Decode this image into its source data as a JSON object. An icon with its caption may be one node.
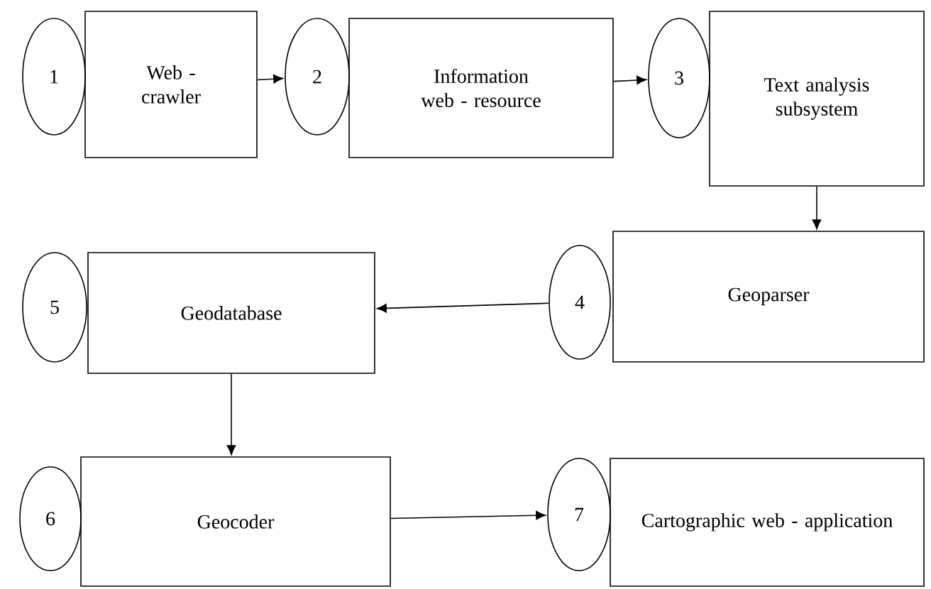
{
  "diagram": {
    "nodes": [
      {
        "text": [
          "1"
        ]
      },
      {
        "text": [
          "Web - crawler"
        ]
      },
      {
        "text": [
          "2"
        ]
      },
      {
        "text": [
          "Information web - resource"
        ]
      },
      {
        "text": [
          "3"
        ]
      },
      {
        "text": [
          "Text analysis subsystem"
        ]
      },
      {
        "text": [
          "5"
        ]
      },
      {
        "text": [
          "Geodatabase"
        ]
      },
      {
        "text": [
          "4"
        ]
      },
      {
        "text": [
          "Geoparser"
        ]
      },
      {
        "text": [
          "6"
        ]
      },
      {
        "text": [
          "Geocoder"
        ]
      },
      {
        "text": [
          "7"
        ]
      },
      {
        "text": [
          "Cartographic web - application"
        ]
      }
    ],
    "edges": [
      {
        "from": 1,
        "to": 2,
        "arrow": "to"
      },
      {
        "from": 3,
        "to": 4,
        "arrow": "to"
      },
      {
        "from": 5,
        "to": 9,
        "arrow": "to"
      },
      {
        "from": 8,
        "to": 7,
        "arrow": "to"
      },
      {
        "from": 7,
        "to": 11,
        "arrow": "to"
      },
      {
        "from": 11,
        "to": 12,
        "arrow": "to"
      }
    ]
  }
}
